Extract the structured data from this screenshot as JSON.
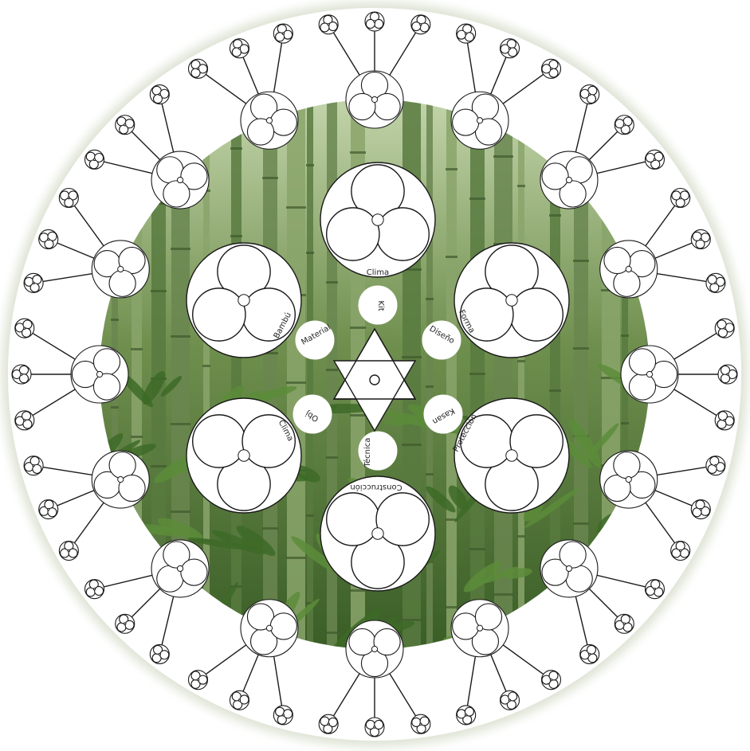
{
  "colors": {
    "ink": "#1a1a1a",
    "node_fill": "#ffffff",
    "ring_fill": "#ffffff",
    "forest_dark": "#2f4a22",
    "forest_mid": "#4f7a34",
    "forest_light": "#a9c47f",
    "bamboo": "#7f9a63"
  },
  "center_icon": "hexagram-star-icon",
  "labels": {
    "clima_top": "Clima",
    "bambu": "Bambú",
    "forma": "Forma",
    "clima_left": "Clima",
    "proteccion": "Protección",
    "construccion": "Construcción",
    "kit": "Kit",
    "material": "Material",
    "diseno": "Diseño",
    "obj": "Obj",
    "kasan": "Kasan",
    "tecnica": "Técnica"
  }
}
